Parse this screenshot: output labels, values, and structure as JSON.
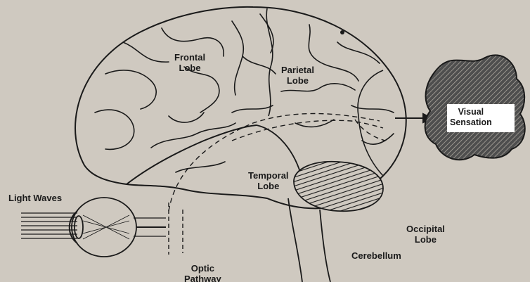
{
  "labels": {
    "frontal_lobe": [
      "Frontal",
      "Lobe"
    ],
    "parietal_lobe": [
      "Parietal",
      "Lobe"
    ],
    "temporal_lobe": [
      "Temporal",
      "Lobe"
    ],
    "occipital_lobe": [
      "Occipital",
      "Lobe"
    ],
    "cerebellum": "Cerebellum",
    "light_waves": "Light Waves",
    "optic_pathway": [
      "Optic",
      "Pathway"
    ],
    "visual_sensation": [
      "Visual",
      "Sensation"
    ]
  },
  "colors": {
    "paper": "#cfc9c0",
    "ink": "#1a1a1a",
    "sensation_fill": "#5a5a5a"
  },
  "icons": {
    "eye": "eye-icon",
    "arrow": "arrow-right-icon"
  }
}
